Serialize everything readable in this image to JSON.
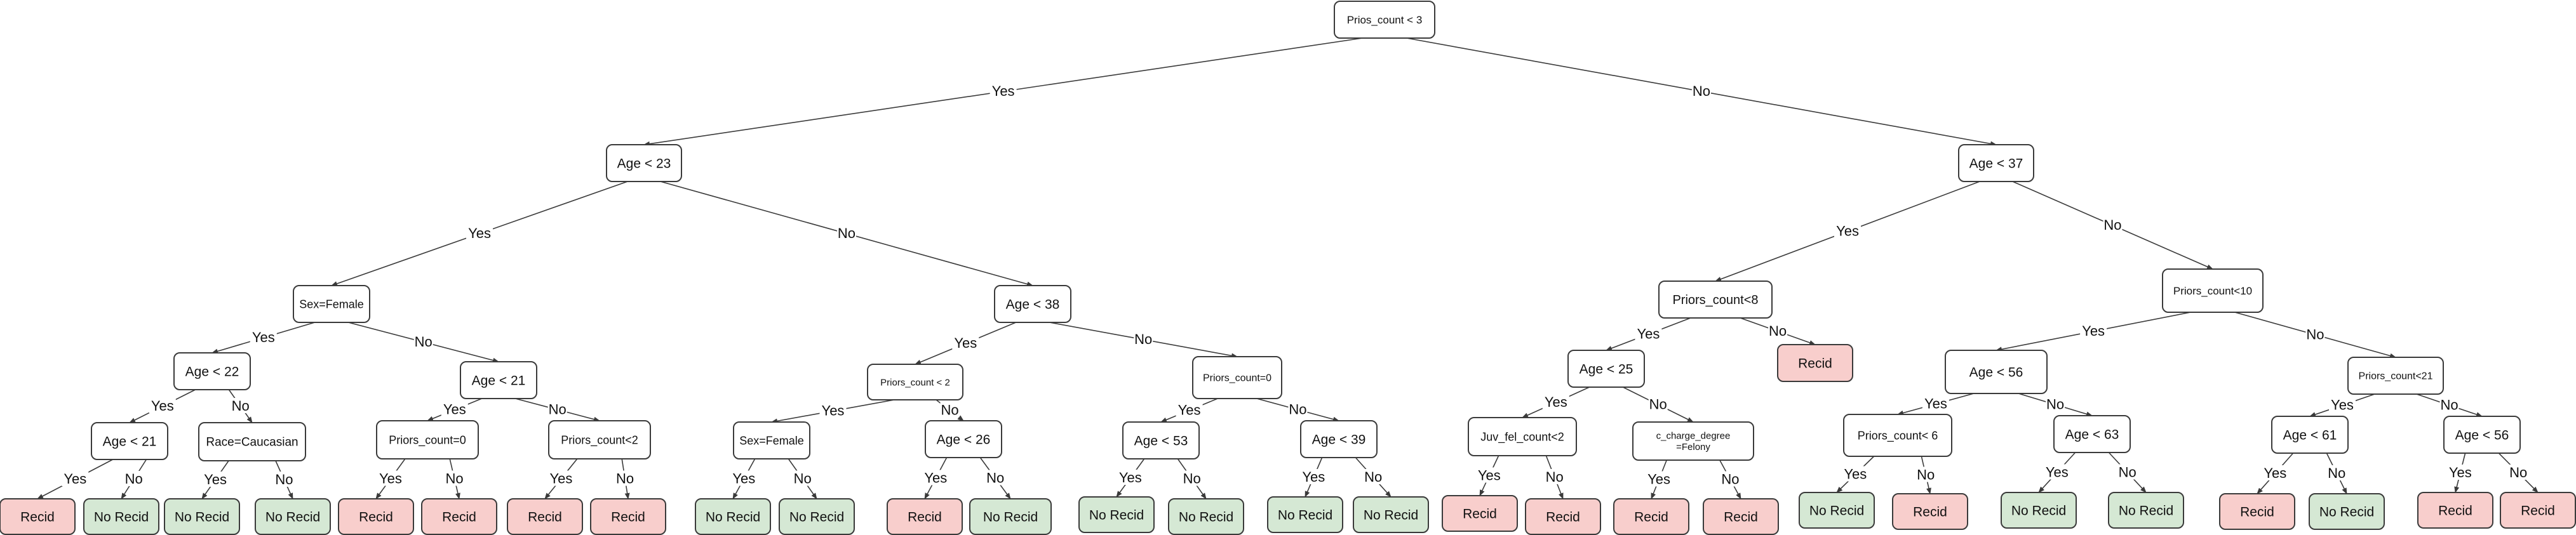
{
  "styles": {
    "decision": {
      "fill": "#ffffff",
      "stroke": "#3a3a3a"
    },
    "Recid": {
      "fill": "#f8cecc",
      "stroke": "#b85450"
    },
    "No Recid": {
      "fill": "#d5e8d4",
      "stroke": "#82b366"
    }
  },
  "nodes": [
    {
      "id": "n0",
      "label": "Prios_count < 3",
      "kind": "decision"
    },
    {
      "id": "n1",
      "label": "Age < 23",
      "kind": "decision"
    },
    {
      "id": "n2",
      "label": "Age < 37",
      "kind": "decision"
    },
    {
      "id": "n3",
      "label": "Sex=Female",
      "kind": "decision"
    },
    {
      "id": "n4",
      "label": "Age < 38",
      "kind": "decision"
    },
    {
      "id": "n5",
      "label": "Priors_count<8",
      "kind": "decision"
    },
    {
      "id": "n6",
      "label": "Priors_count<10",
      "kind": "decision"
    },
    {
      "id": "n7",
      "label": "Age < 22",
      "kind": "decision"
    },
    {
      "id": "n8",
      "label": "Age < 21",
      "kind": "decision"
    },
    {
      "id": "n9",
      "label": "Priors_count < 2",
      "kind": "decision"
    },
    {
      "id": "n10",
      "label": "Priors_count=0",
      "kind": "decision"
    },
    {
      "id": "n11",
      "label": "Age < 25",
      "kind": "decision"
    },
    {
      "id": "n12",
      "label": "Recid",
      "kind": "Recid"
    },
    {
      "id": "n13",
      "label": "Age < 56",
      "kind": "decision"
    },
    {
      "id": "n14",
      "label": "Priors_count<21",
      "kind": "decision"
    },
    {
      "id": "n15",
      "label": "Age < 21",
      "kind": "decision"
    },
    {
      "id": "n16",
      "label": "Race=Caucasian",
      "kind": "decision"
    },
    {
      "id": "n17",
      "label": "Priors_count=0",
      "kind": "decision"
    },
    {
      "id": "n18",
      "label": "Priors_count<2",
      "kind": "decision"
    },
    {
      "id": "n19",
      "label": "Sex=Female",
      "kind": "decision"
    },
    {
      "id": "n20",
      "label": "Age < 26",
      "kind": "decision"
    },
    {
      "id": "n21",
      "label": "Age < 53",
      "kind": "decision"
    },
    {
      "id": "n22",
      "label": "Age < 39",
      "kind": "decision"
    },
    {
      "id": "n23",
      "label": "Juv_fel_count<2",
      "kind": "decision"
    },
    {
      "id": "n24",
      "label": "c_charge_degree =Felony",
      "kind": "decision"
    },
    {
      "id": "n25",
      "label": "Priors_count< 6",
      "kind": "decision"
    },
    {
      "id": "n26",
      "label": "Age < 63",
      "kind": "decision"
    },
    {
      "id": "n27",
      "label": "Age < 61",
      "kind": "decision"
    },
    {
      "id": "n28",
      "label": "Age < 56",
      "kind": "decision"
    },
    {
      "id": "L1",
      "label": "Recid",
      "kind": "Recid"
    },
    {
      "id": "L2",
      "label": "No Recid",
      "kind": "No Recid"
    },
    {
      "id": "L3",
      "label": "No Recid",
      "kind": "No Recid"
    },
    {
      "id": "L4",
      "label": "No Recid",
      "kind": "No Recid"
    },
    {
      "id": "L5",
      "label": "Recid",
      "kind": "Recid"
    },
    {
      "id": "L6",
      "label": "Recid",
      "kind": "Recid"
    },
    {
      "id": "L7",
      "label": "Recid",
      "kind": "Recid"
    },
    {
      "id": "L8",
      "label": "Recid",
      "kind": "Recid"
    },
    {
      "id": "L9",
      "label": "No Recid",
      "kind": "No Recid"
    },
    {
      "id": "L10",
      "label": "No Recid",
      "kind": "No Recid"
    },
    {
      "id": "L11",
      "label": "Recid",
      "kind": "Recid"
    },
    {
      "id": "L12",
      "label": "No Recid",
      "kind": "No Recid"
    },
    {
      "id": "L13",
      "label": "No Recid",
      "kind": "No Recid"
    },
    {
      "id": "L14",
      "label": "No Recid",
      "kind": "No Recid"
    },
    {
      "id": "L15",
      "label": "No Recid",
      "kind": "No Recid"
    },
    {
      "id": "L16",
      "label": "No Recid",
      "kind": "No Recid"
    },
    {
      "id": "L17",
      "label": "Recid",
      "kind": "Recid"
    },
    {
      "id": "L18",
      "label": "Recid",
      "kind": "Recid"
    },
    {
      "id": "L19",
      "label": "Recid",
      "kind": "Recid"
    },
    {
      "id": "L20",
      "label": "Recid",
      "kind": "Recid"
    },
    {
      "id": "L21",
      "label": "No Recid",
      "kind": "No Recid"
    },
    {
      "id": "L22",
      "label": "Recid",
      "kind": "Recid"
    },
    {
      "id": "L23",
      "label": "No Recid",
      "kind": "No Recid"
    },
    {
      "id": "L24",
      "label": "No Recid",
      "kind": "No Recid"
    },
    {
      "id": "L25",
      "label": "Recid",
      "kind": "Recid"
    },
    {
      "id": "L26",
      "label": "No Recid",
      "kind": "No Recid"
    },
    {
      "id": "L27",
      "label": "Recid",
      "kind": "Recid"
    },
    {
      "id": "L28",
      "label": "Recid",
      "kind": "Recid"
    }
  ],
  "edges": [
    {
      "from": "n0",
      "to": "n1",
      "label": "Yes"
    },
    {
      "from": "n0",
      "to": "n2",
      "label": "No"
    },
    {
      "from": "n1",
      "to": "n3",
      "label": "Yes"
    },
    {
      "from": "n1",
      "to": "n4",
      "label": "No"
    },
    {
      "from": "n2",
      "to": "n5",
      "label": "Yes"
    },
    {
      "from": "n2",
      "to": "n6",
      "label": "No"
    },
    {
      "from": "n3",
      "to": "n7",
      "label": "Yes"
    },
    {
      "from": "n3",
      "to": "n8",
      "label": "No"
    },
    {
      "from": "n4",
      "to": "n9",
      "label": "Yes"
    },
    {
      "from": "n4",
      "to": "n10",
      "label": "No"
    },
    {
      "from": "n5",
      "to": "n11",
      "label": "Yes"
    },
    {
      "from": "n5",
      "to": "n12",
      "label": "No"
    },
    {
      "from": "n6",
      "to": "n13",
      "label": "Yes"
    },
    {
      "from": "n6",
      "to": "n14",
      "label": "No"
    },
    {
      "from": "n7",
      "to": "n15",
      "label": "Yes"
    },
    {
      "from": "n7",
      "to": "n16",
      "label": "No"
    },
    {
      "from": "n8",
      "to": "n17",
      "label": "Yes"
    },
    {
      "from": "n8",
      "to": "n18",
      "label": "No"
    },
    {
      "from": "n9",
      "to": "n19",
      "label": "Yes"
    },
    {
      "from": "n9",
      "to": "n20",
      "label": "No"
    },
    {
      "from": "n10",
      "to": "n21",
      "label": "Yes"
    },
    {
      "from": "n10",
      "to": "n22",
      "label": "No"
    },
    {
      "from": "n11",
      "to": "n23",
      "label": "Yes"
    },
    {
      "from": "n11",
      "to": "n24",
      "label": "No"
    },
    {
      "from": "n13",
      "to": "n25",
      "label": "Yes"
    },
    {
      "from": "n13",
      "to": "n26",
      "label": "No"
    },
    {
      "from": "n14",
      "to": "n27",
      "label": "Yes"
    },
    {
      "from": "n14",
      "to": "n28",
      "label": "No"
    },
    {
      "from": "n15",
      "to": "L1",
      "label": "Yes"
    },
    {
      "from": "n15",
      "to": "L2",
      "label": "No"
    },
    {
      "from": "n16",
      "to": "L3",
      "label": "Yes"
    },
    {
      "from": "n16",
      "to": "L4",
      "label": "No"
    },
    {
      "from": "n17",
      "to": "L5",
      "label": "Yes"
    },
    {
      "from": "n17",
      "to": "L6",
      "label": "No"
    },
    {
      "from": "n18",
      "to": "L7",
      "label": "Yes"
    },
    {
      "from": "n18",
      "to": "L8",
      "label": "No"
    },
    {
      "from": "n19",
      "to": "L9",
      "label": "Yes"
    },
    {
      "from": "n19",
      "to": "L10",
      "label": "No"
    },
    {
      "from": "n20",
      "to": "L11",
      "label": "Yes"
    },
    {
      "from": "n20",
      "to": "L12",
      "label": "No"
    },
    {
      "from": "n21",
      "to": "L13",
      "label": "Yes"
    },
    {
      "from": "n21",
      "to": "L14",
      "label": "No"
    },
    {
      "from": "n22",
      "to": "L15",
      "label": "Yes"
    },
    {
      "from": "n22",
      "to": "L16",
      "label": "No"
    },
    {
      "from": "n23",
      "to": "L17",
      "label": "Yes"
    },
    {
      "from": "n23",
      "to": "L18",
      "label": "No"
    },
    {
      "from": "n24",
      "to": "L19",
      "label": "Yes"
    },
    {
      "from": "n24",
      "to": "L20",
      "label": "No"
    },
    {
      "from": "n25",
      "to": "L21",
      "label": "Yes"
    },
    {
      "from": "n25",
      "to": "L22",
      "label": "No"
    },
    {
      "from": "n26",
      "to": "L23",
      "label": "Yes"
    },
    {
      "from": "n26",
      "to": "L24",
      "label": "No"
    },
    {
      "from": "n27",
      "to": "L25",
      "label": "Yes"
    },
    {
      "from": "n27",
      "to": "L26",
      "label": "No"
    },
    {
      "from": "n28",
      "to": "L27",
      "label": "Yes"
    },
    {
      "from": "n28",
      "to": "L28",
      "label": "No"
    }
  ]
}
